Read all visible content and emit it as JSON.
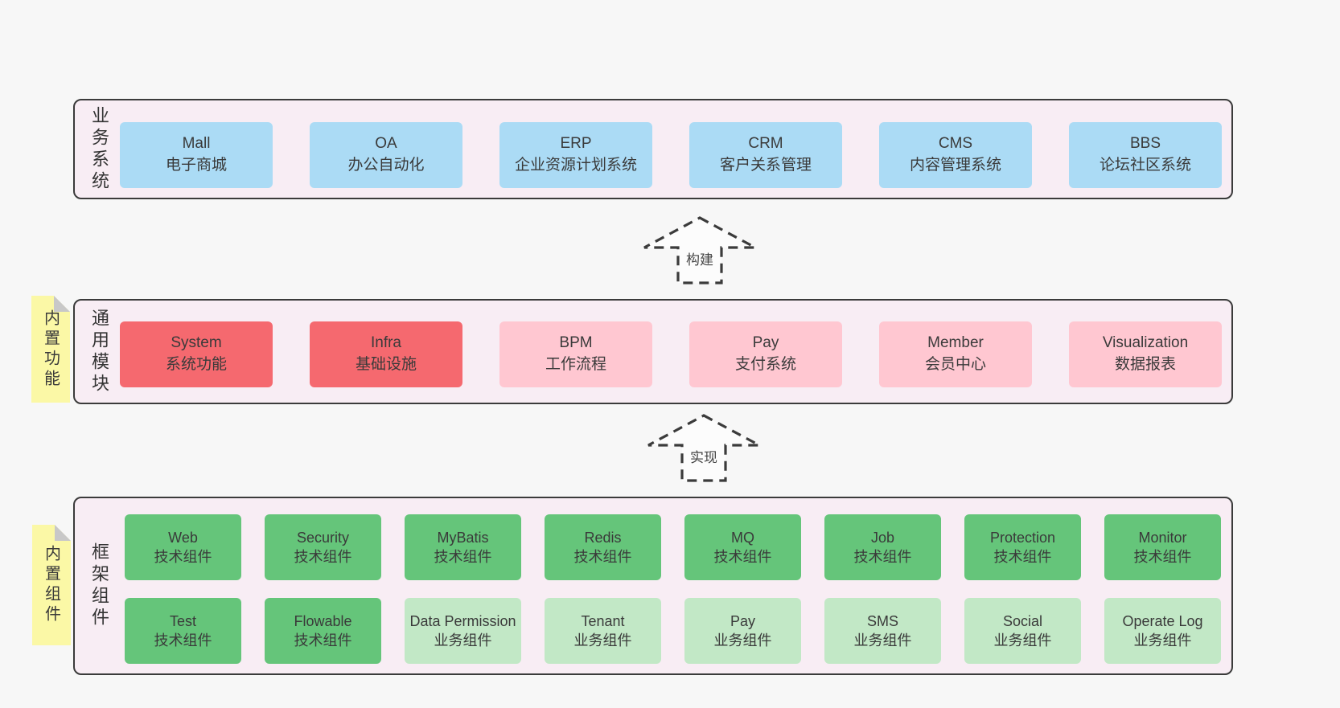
{
  "colors": {
    "page_bg": "#f7f7f7",
    "panel_bg": "#f8edf4",
    "panel_border": "#3b3b3b",
    "box_blue": "#abdbf5",
    "box_red": "#f5696f",
    "box_pink": "#ffc7d1",
    "box_green": "#65c57a",
    "box_light_green": "#c2e8c6",
    "sticky_yellow": "#fbf8a6",
    "text": "#3a3a3a"
  },
  "business": {
    "label": "业务系统",
    "boxes": [
      {
        "name": "Mall",
        "desc": "电子商城",
        "variant": "blue"
      },
      {
        "name": "OA",
        "desc": "办公自动化",
        "variant": "blue"
      },
      {
        "name": "ERP",
        "desc": "企业资源计划系统",
        "variant": "blue"
      },
      {
        "name": "CRM",
        "desc": "客户关系管理",
        "variant": "blue"
      },
      {
        "name": "CMS",
        "desc": "内容管理系统",
        "variant": "blue"
      },
      {
        "name": "BBS",
        "desc": "论坛社区系统",
        "variant": "blue"
      }
    ]
  },
  "arrows": {
    "build": "构建",
    "implement": "实现"
  },
  "modules": {
    "label": "通用模块",
    "sticky": "内置功能",
    "boxes": [
      {
        "name": "System",
        "desc": "系统功能",
        "variant": "red"
      },
      {
        "name": "Infra",
        "desc": "基础设施",
        "variant": "red"
      },
      {
        "name": "BPM",
        "desc": "工作流程",
        "variant": "pink"
      },
      {
        "name": "Pay",
        "desc": "支付系统",
        "variant": "pink"
      },
      {
        "name": "Member",
        "desc": "会员中心",
        "variant": "pink"
      },
      {
        "name": "Visualization",
        "desc": "数据报表",
        "variant": "pink"
      }
    ]
  },
  "components": {
    "label": "框架组件",
    "sticky": "内置组件",
    "row1": [
      {
        "name": "Web",
        "desc": "技术组件",
        "variant": "green"
      },
      {
        "name": "Security",
        "desc": "技术组件",
        "variant": "green"
      },
      {
        "name": "MyBatis",
        "desc": "技术组件",
        "variant": "green"
      },
      {
        "name": "Redis",
        "desc": "技术组件",
        "variant": "green"
      },
      {
        "name": "MQ",
        "desc": "技术组件",
        "variant": "green"
      },
      {
        "name": "Job",
        "desc": "技术组件",
        "variant": "green"
      },
      {
        "name": "Protection",
        "desc": "技术组件",
        "variant": "green"
      },
      {
        "name": "Monitor",
        "desc": "技术组件",
        "variant": "green"
      }
    ],
    "row2": [
      {
        "name": "Test",
        "desc": "技术组件",
        "variant": "green"
      },
      {
        "name": "Flowable",
        "desc": "技术组件",
        "variant": "green"
      },
      {
        "name": "Data Permission",
        "desc": "业务组件",
        "variant": "lightgreen"
      },
      {
        "name": "Tenant",
        "desc": "业务组件",
        "variant": "lightgreen"
      },
      {
        "name": "Pay",
        "desc": "业务组件",
        "variant": "lightgreen"
      },
      {
        "name": "SMS",
        "desc": "业务组件",
        "variant": "lightgreen"
      },
      {
        "name": "Social",
        "desc": "业务组件",
        "variant": "lightgreen"
      },
      {
        "name": "Operate Log",
        "desc": "业务组件",
        "variant": "lightgreen"
      }
    ]
  }
}
